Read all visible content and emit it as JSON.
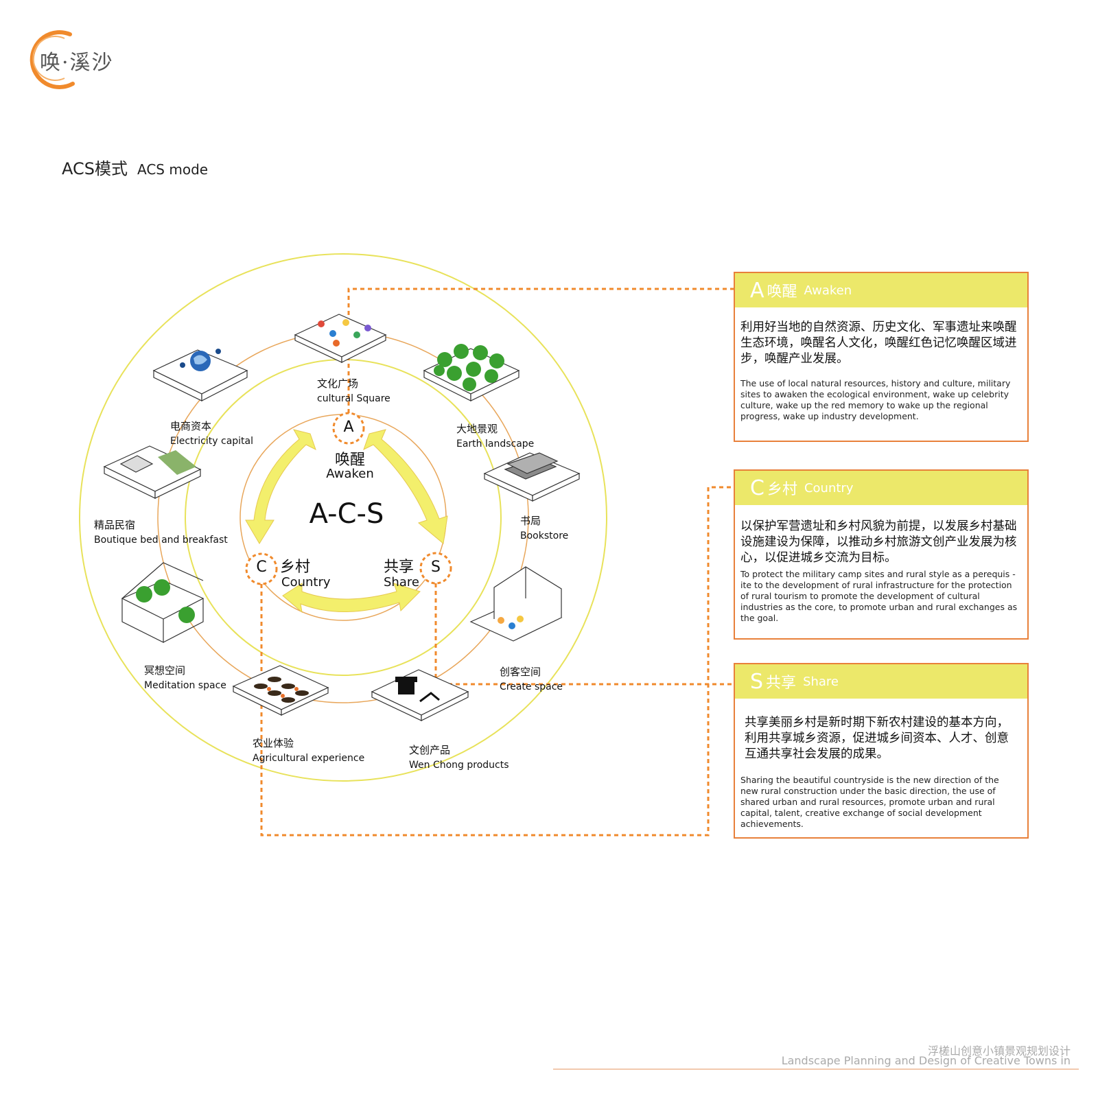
{
  "logo": {
    "text": "唤·溪沙"
  },
  "page": {
    "title_zh": "ACS模式",
    "title_en": "ACS mode"
  },
  "hub": {
    "center": "A-C-S",
    "a": {
      "letter": "A",
      "zh": "唤醒",
      "en": "Awaken"
    },
    "c": {
      "letter": "C",
      "zh": "乡村",
      "en": "Country"
    },
    "s": {
      "letter": "S",
      "zh": "共享",
      "en": "Share"
    }
  },
  "nodes": [
    {
      "zh": "文化广场",
      "en": "cultural Square"
    },
    {
      "zh": "大地景观",
      "en": "Earth landscape"
    },
    {
      "zh": "书局",
      "en": "Bookstore"
    },
    {
      "zh": "创客空间",
      "en": "Create space"
    },
    {
      "zh": "文创产品",
      "en": "Wen Chong products"
    },
    {
      "zh": "农业体验",
      "en": "Agricultural experience"
    },
    {
      "zh": "冥想空间",
      "en": "Meditation space"
    },
    {
      "zh": "精品民宿",
      "en": "Boutique bed and breakfast"
    },
    {
      "zh": "电商资本",
      "en": "Electricity capital"
    }
  ],
  "panels": [
    {
      "letter": "A",
      "zh": "唤醒",
      "en": "Awaken",
      "body_zh": "利用好当地的自然资源、历史文化、军事遗址来唤醒生态环境，唤醒名人文化，唤醒红色记忆唤醒区域进步，唤醒产业发展。",
      "body_en": "The use of local natural resources, history and culture, military sites to awaken the ecological environment, wake up celebrity culture, wake up the red memory to wake up the regional progress, wake up industry development."
    },
    {
      "letter": "C",
      "zh": "乡村",
      "en": "Country",
      "body_zh": "以保护军营遗址和乡村风貌为前提，以发展乡村基础设施建设为保障，以推动乡村旅游文创产业发展为核心，以促进城乡交流为目标。",
      "body_en": "To protect the military camp sites and rural style as a  perequis -ite to the development of rural infrastructure for the protection of rural tourism to promote the development of cultural industries as the core, to promote urban and rural exchanges as the goal."
    },
    {
      "letter": "S",
      "zh": "共享",
      "en": "Share",
      "body_zh": "共享美丽乡村是新时期下新农村建设的基本方向，利用共享城乡资源，促进城乡间资本、人才、创意互通共享社会发展的成果。",
      "body_en": "Sharing the beautiful countryside is the new direction of the new rural construction under the basic direction, the use of shared urban and rural resources, promote urban and rural capital, talent, creative exchange of social development achievements."
    }
  ],
  "footer": {
    "zh": "浮槎山创意小镇景观规划设计",
    "en": "Landscape Planning and Design of Creative Towns in"
  },
  "colors": {
    "orange": "#e8803a",
    "yellow": "#ece86a",
    "ring_yellow": "#e8e25a"
  }
}
